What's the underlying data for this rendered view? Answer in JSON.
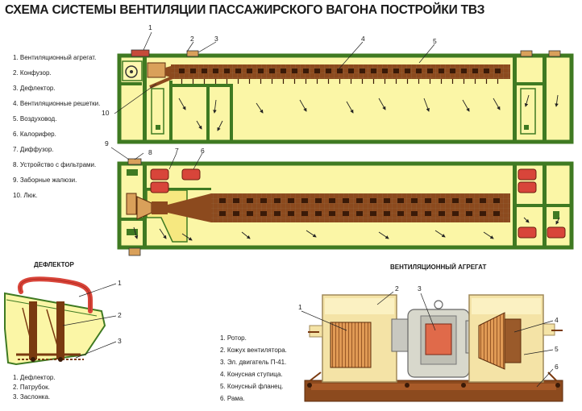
{
  "title": "СХЕМА СИСТЕМЫ ВЕНТИЛЯЦИИ ПАССАЖИРСКОГО ВАГОНА ПОСТРОЙКИ ТВЗ",
  "main_legend": [
    "1. Вентиляционный агрегат.",
    "2. Конфузор.",
    "3. Дефлектор.",
    "4. Вентиляционные решетки.",
    "5. Воздуховод.",
    "6. Калорифер.",
    "7. Диффузор.",
    "8. Устройство с фильтрами.",
    "9. Заборные жалюзи.",
    "10. Люк."
  ],
  "top_callouts": [
    "1",
    "2",
    "3",
    "4",
    "5",
    "10"
  ],
  "bottom_callouts": [
    "9",
    "8",
    "7",
    "6"
  ],
  "deflector": {
    "title": "ДЕФЛЕКТОР",
    "callouts": [
      "1",
      "2",
      "3"
    ],
    "legend": [
      "1. Дефлектор.",
      "2. Патрубок.",
      "3. Заслонка."
    ]
  },
  "fan_unit": {
    "title": "ВЕНТИЛЯЦИОННЫЙ АГРЕГАТ",
    "callouts": [
      "1",
      "2",
      "3",
      "4",
      "5",
      "6"
    ],
    "legend": [
      "1. Ротор.",
      "2. Кожух вентилятора.",
      "3. Эл. двигатель П-41.",
      "4. Конусная ступица.",
      "5. Конусный фланец.",
      "6. Рама."
    ]
  },
  "colors": {
    "wall": "#3f7a22",
    "fill": "#fbf6a6",
    "duct": "#8c4a1e",
    "grille": "#3a1a08",
    "heater": "#d8453a",
    "frame": "#6b3412"
  }
}
